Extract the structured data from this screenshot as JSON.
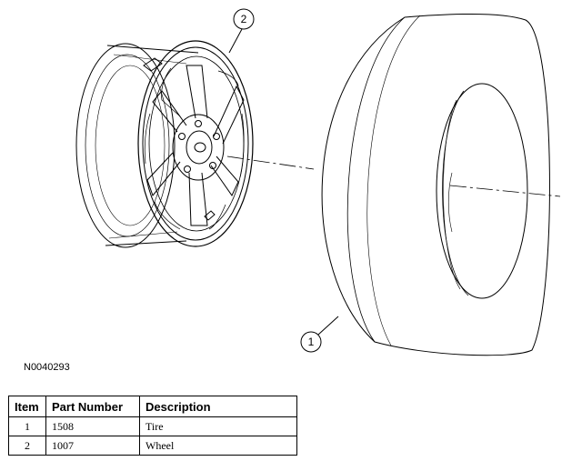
{
  "figure_id": "N0040293",
  "callouts": [
    {
      "number": "1",
      "target": "tire"
    },
    {
      "number": "2",
      "target": "wheel"
    }
  ],
  "parts_table": {
    "headers": {
      "item": "Item",
      "part_number": "Part Number",
      "description": "Description"
    },
    "rows": [
      {
        "item": "1",
        "part_number": "1508",
        "description": "Tire"
      },
      {
        "item": "2",
        "part_number": "1007",
        "description": "Wheel"
      }
    ]
  }
}
